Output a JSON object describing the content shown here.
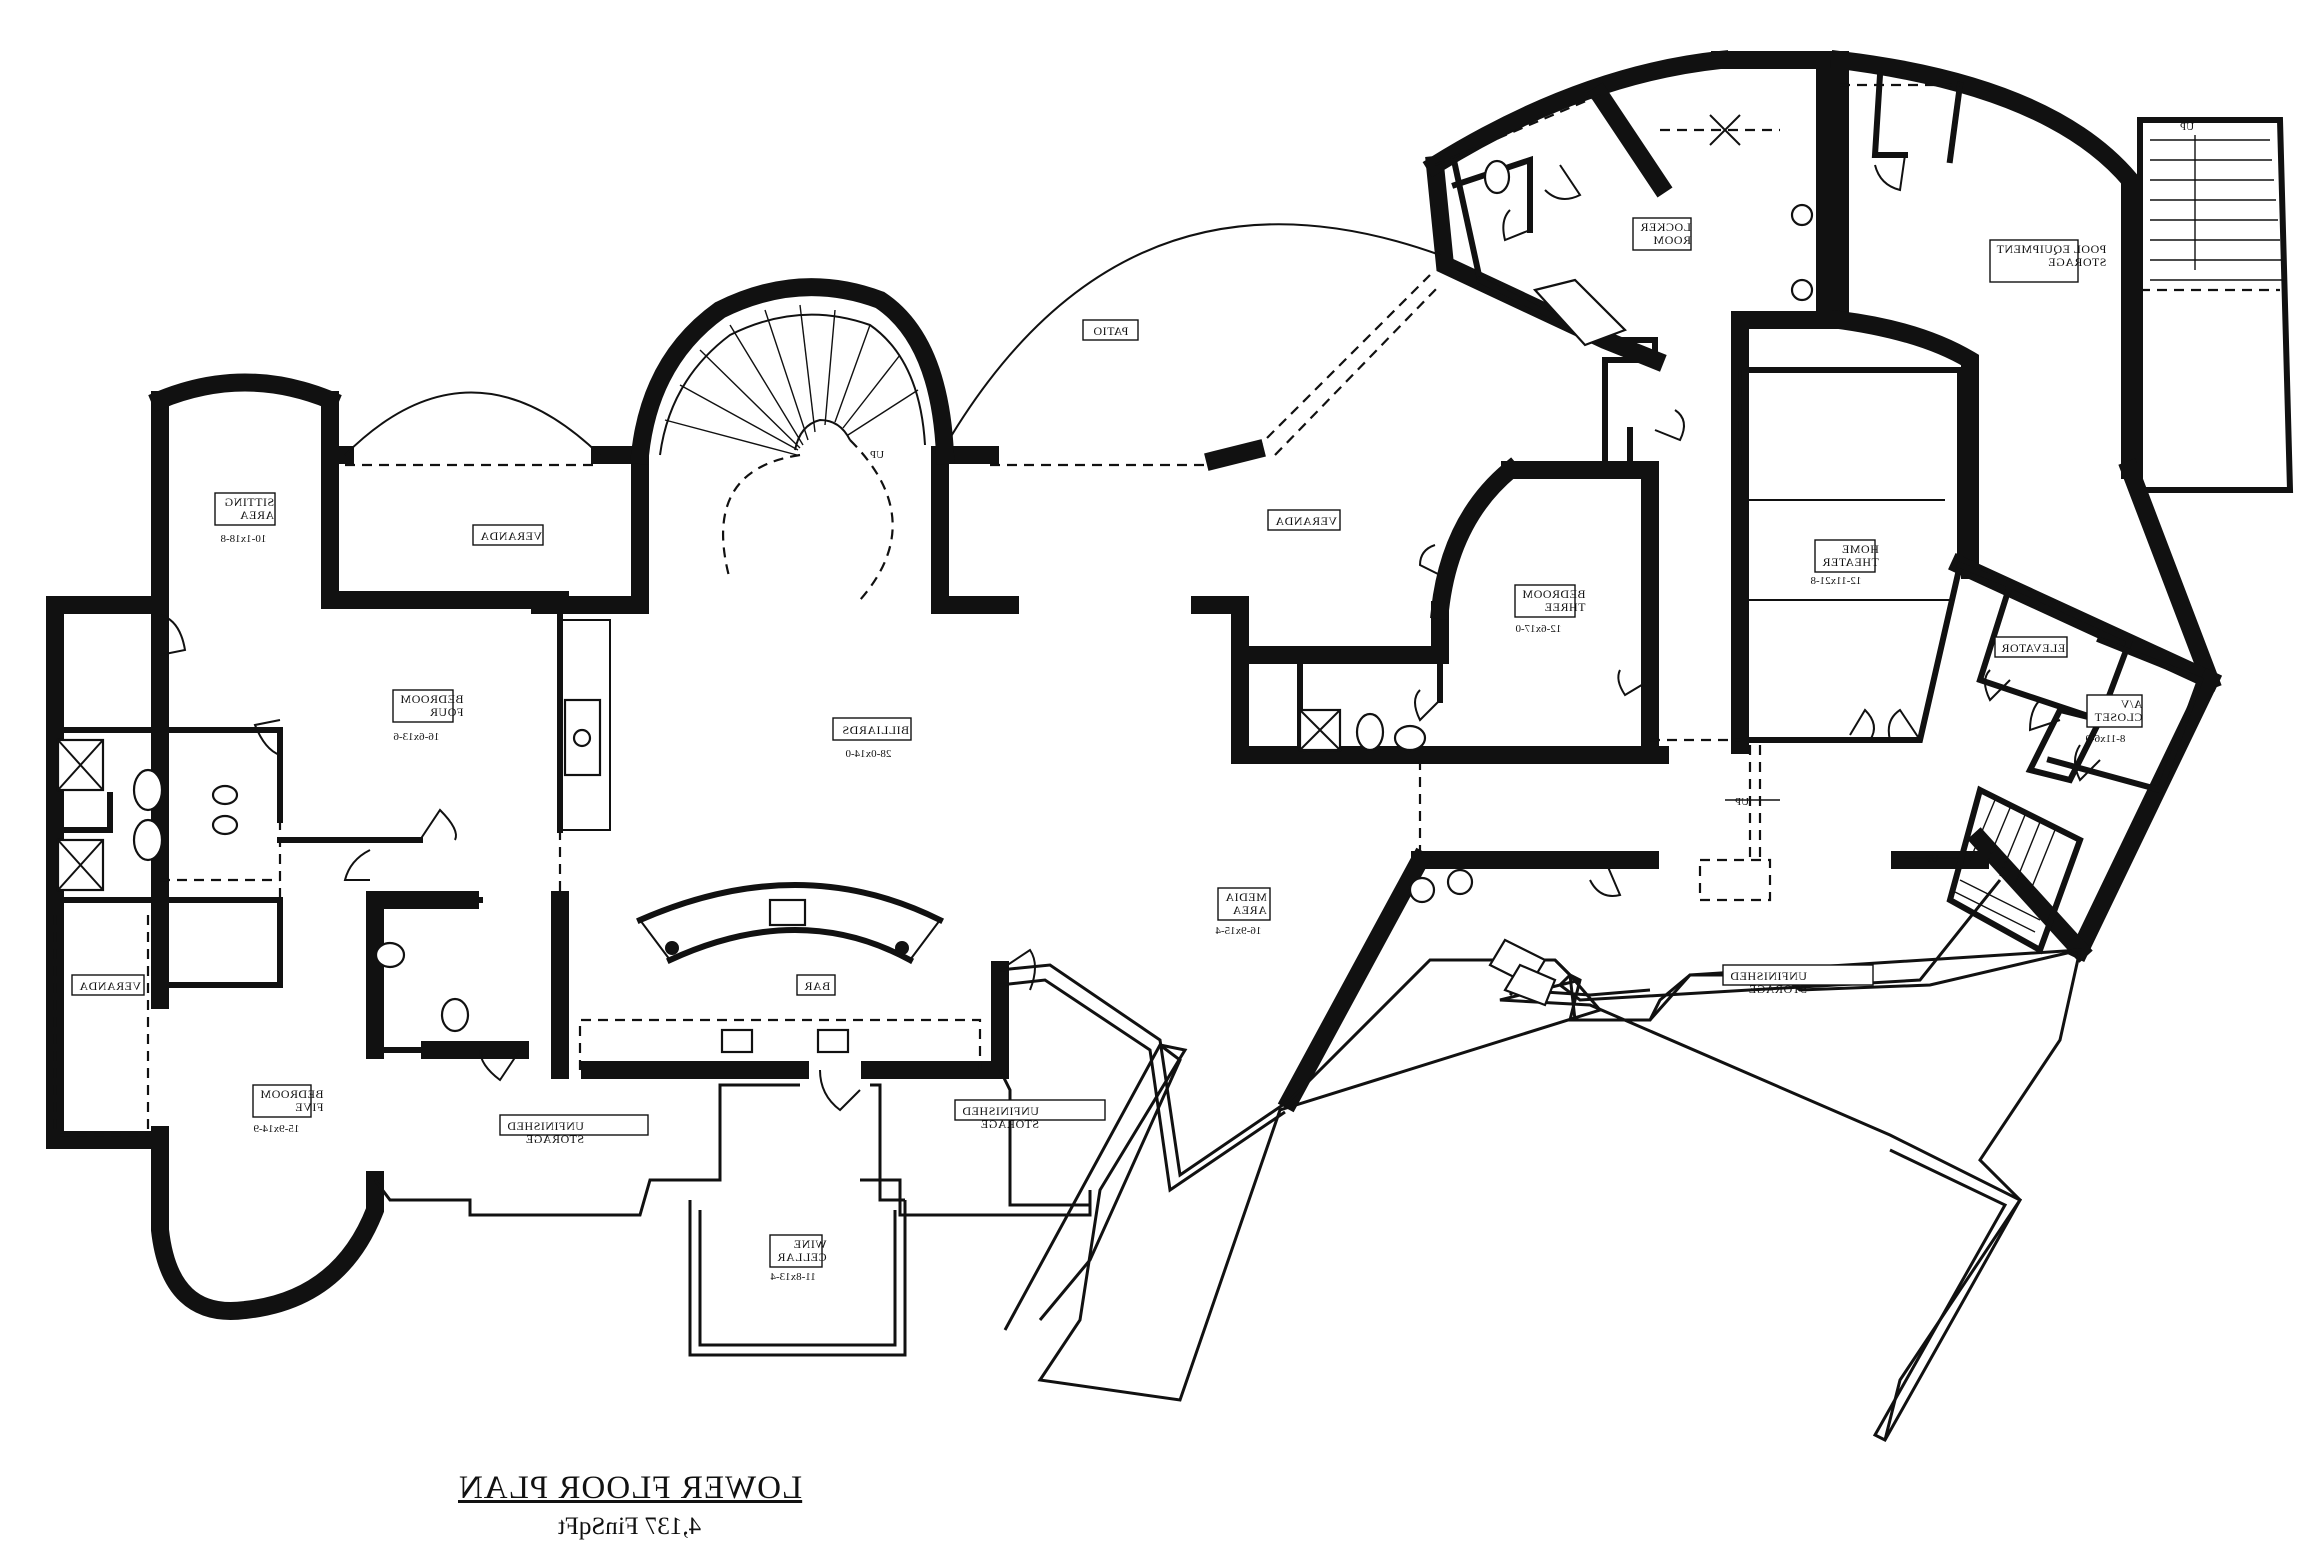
{
  "drawing": {
    "title": "LOWER FLOOR PLAN",
    "area": "4,137 FinSqFt",
    "mirrored": true
  },
  "rooms": {
    "sitting_area": {
      "name": "SITTING AREA",
      "dim": "10-1x18-8"
    },
    "veranda_top_left": {
      "name": "VERANDA"
    },
    "bedroom_four": {
      "name": "BEDROOM FOUR",
      "dim": "16-6x13-6"
    },
    "billiards": {
      "name": "BILLIARDS",
      "dim": "28-0x14-0"
    },
    "patio": {
      "name": "PATIO"
    },
    "veranda_center": {
      "name": "VERANDA"
    },
    "bedroom_three": {
      "name": "BEDROOM THREE",
      "dim": "12-6x17-0"
    },
    "locker_room": {
      "name": "LOCKER ROOM"
    },
    "pool_equipment": {
      "name": "POOL EQUIPMENT STORAGE"
    },
    "home_theater": {
      "name": "HOME THEATER",
      "dim": "12-11x21-8"
    },
    "elevator": {
      "name": "ELEVATOR"
    },
    "av_closet": {
      "name": "A/V CLOSET",
      "dim": "8-11x6-9"
    },
    "media_area": {
      "name": "MEDIA AREA",
      "dim": "16-9x15-4"
    },
    "bar": {
      "name": "BAR"
    },
    "unfinished_storage_right": {
      "name": "UNFINISHED STORAGE"
    },
    "unfinished_storage_mid": {
      "name": "UNFINISHED STORAGE"
    },
    "unfinished_storage_left": {
      "name": "UNFINISHED STORAGE"
    },
    "wine_cellar": {
      "name": "WINE CELLAR",
      "dim": "11-8x13-4"
    },
    "bedroom_five": {
      "name": "BEDROOM FIVE",
      "dim": "15-9x14-9"
    },
    "veranda_left": {
      "name": "VERANDA"
    }
  },
  "annotations": {
    "up_stair_main": "UP",
    "up_stair_top_right": "UP",
    "up_stair_right": "UP",
    "up_center": "UP"
  }
}
